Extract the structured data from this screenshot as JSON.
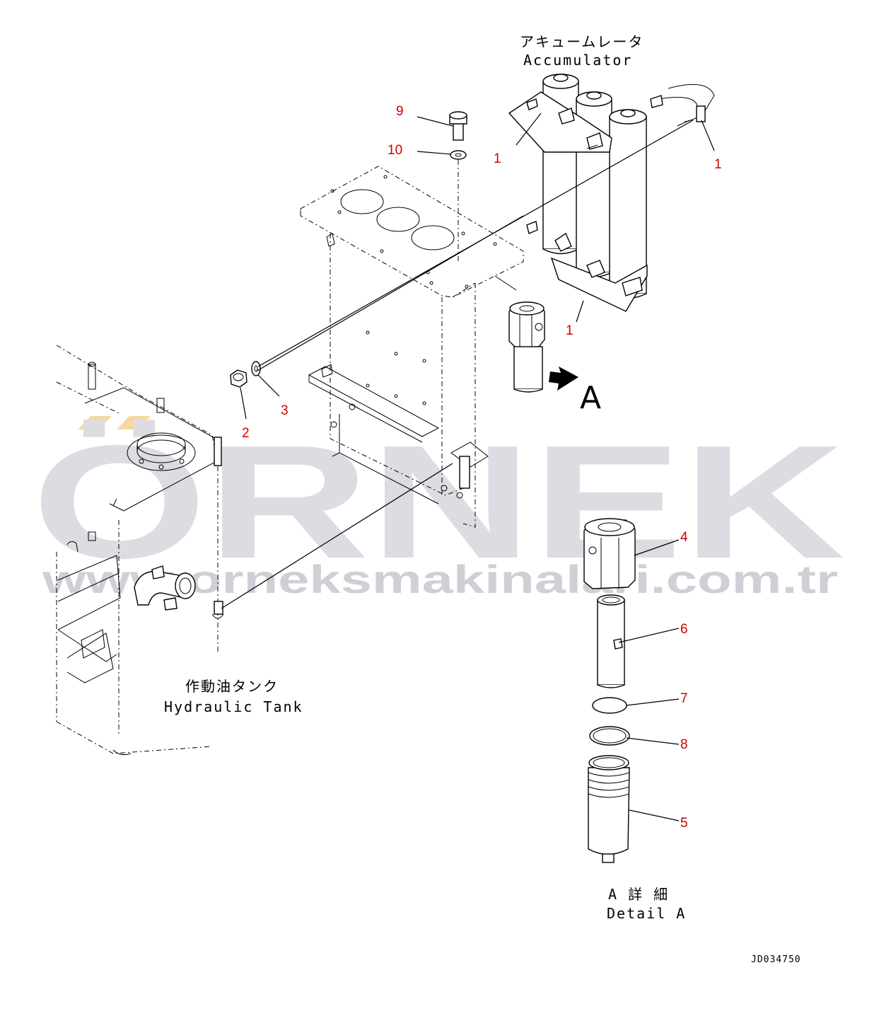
{
  "labels": {
    "accumulator_jp": "アキュームレータ",
    "accumulator_en": "Accumulator",
    "tank_jp": "作動油タンク",
    "tank_en": "Hydraulic Tank",
    "detail_jp": "A 詳 細",
    "detail_en": "Detail A",
    "view_arrow": "A",
    "drawing_no": "JD034750"
  },
  "callouts": [
    "9",
    "10",
    "1",
    "1",
    "1",
    "2",
    "3",
    "4",
    "6",
    "7",
    "8",
    "5"
  ],
  "watermark": {
    "brand": "ÖRNEK",
    "url": "www.orneksmakinalari.com.tr"
  },
  "colors": {
    "callout": "#cc0000",
    "watermark": "#dcdce2",
    "watermark_accent": "#f3d9a0",
    "line": "#000000"
  }
}
